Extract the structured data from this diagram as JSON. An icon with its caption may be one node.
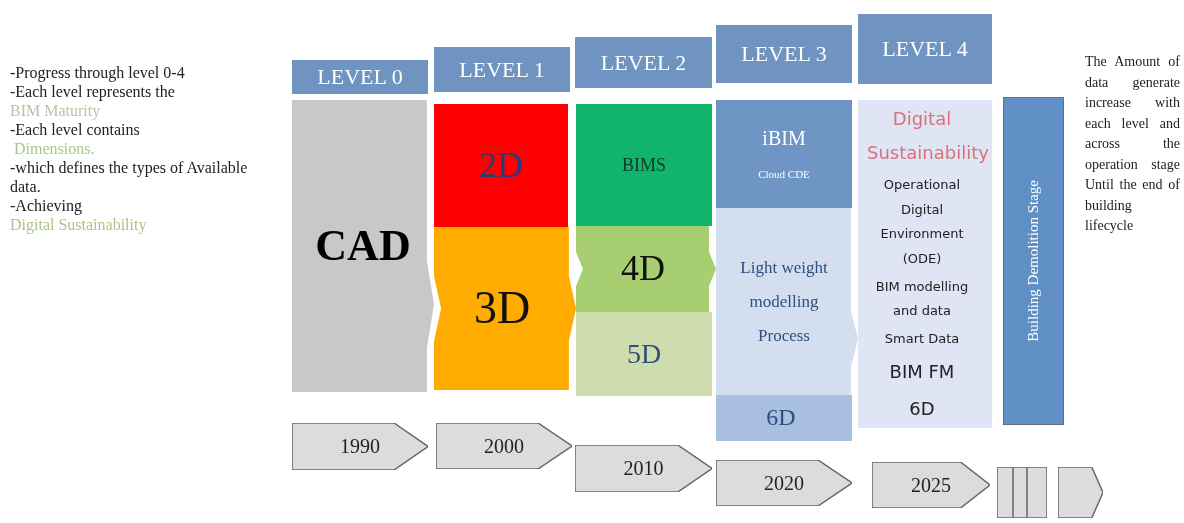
{
  "diagram": {
    "nodes": [
      {
        "text": [
          "LEVEL 0"
        ]
      },
      {
        "text": [
          "LEVEL 1"
        ]
      },
      {
        "text": [
          "LEVEL 2"
        ]
      },
      {
        "text": [
          "LEVEL 3"
        ]
      },
      {
        "text": [
          "LEVEL 4"
        ]
      },
      {
        "text": [
          "CAD"
        ]
      },
      {
        "text": [
          "2D"
        ]
      },
      {
        "text": [
          "3D"
        ]
      },
      {
        "text": [
          "BIMS"
        ]
      },
      {
        "text": [
          "4D"
        ]
      },
      {
        "text": [
          "5D"
        ]
      },
      {
        "text": [
          "iBIM",
          "Cloud CDE"
        ]
      },
      {
        "text": [
          "Light weight modelling Process"
        ]
      },
      {
        "text": [
          "6D"
        ]
      },
      {
        "text": [
          "Digital Sustainability",
          "Operational Digital Environment (ODE)",
          "BIM modelling and data",
          "Smart Data",
          "BIM FM",
          "6D"
        ]
      },
      {
        "text": [
          "Building Demolition Stage"
        ]
      },
      {
        "text": [
          "1990"
        ]
      },
      {
        "text": [
          "2000"
        ]
      },
      {
        "text": [
          "2010"
        ]
      },
      {
        "text": [
          "2020"
        ]
      },
      {
        "text": [
          "2025"
        ]
      },
      {
        "text": [],
        "shape": "box"
      },
      {
        "text": [],
        "shape": "box"
      },
      {
        "text": [],
        "shape": "box"
      },
      {
        "text": [],
        "shape": "arrow"
      }
    ],
    "edges": [],
    "labels": [
      "-Progress through level 0-4",
      "-Each level represents the",
      "BIM Maturity",
      "-Each level contains",
      "Dimensions.",
      "-which defines the types of Available data.",
      "-Achieving",
      "Digital Sustainability",
      "The Amount of data generate increase with each level and across the operation stage Until the end of building lifecycle"
    ]
  }
}
